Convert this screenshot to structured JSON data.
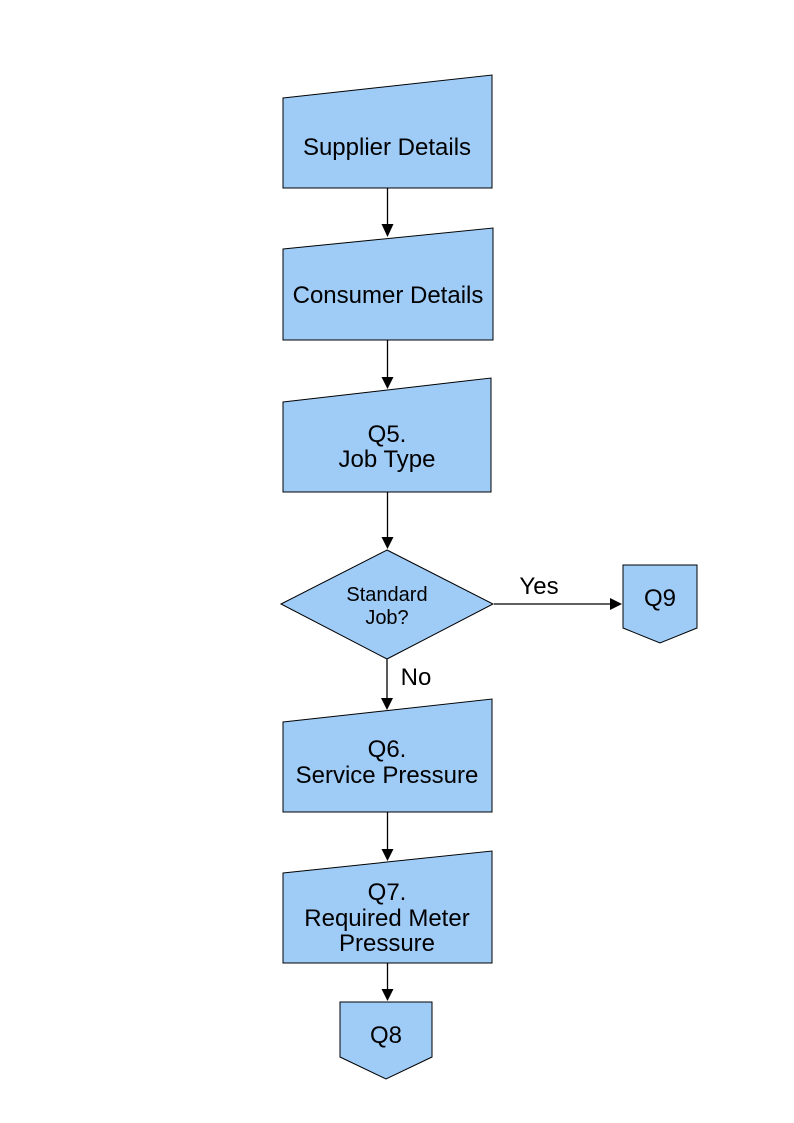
{
  "page": {
    "background": "#FFFFFF",
    "description": "Flowchart of job questionnaire steps"
  },
  "colors": {
    "shape_fill": "#9FCBF7",
    "shape_border": "#000000",
    "arrow": "#000000",
    "text": "#000000"
  },
  "nodes": {
    "supplier": {
      "type": "manual-input",
      "label": "Supplier Details"
    },
    "consumer": {
      "type": "manual-input",
      "label": "Consumer Details"
    },
    "q5": {
      "type": "manual-input",
      "lines": [
        "Q5.",
        "Job Type"
      ]
    },
    "decision": {
      "type": "decision",
      "lines": [
        "Standard",
        "Job?"
      ]
    },
    "q9": {
      "type": "off-page-connector",
      "label": "Q9"
    },
    "q6": {
      "type": "manual-input",
      "lines": [
        "Q6.",
        "Service Pressure"
      ]
    },
    "q7": {
      "type": "manual-input",
      "lines": [
        "Q7.",
        "Required Meter",
        "Pressure"
      ]
    },
    "q8": {
      "type": "off-page-connector",
      "label": "Q8"
    }
  },
  "edges": {
    "yes_label": "Yes",
    "no_label": "No"
  }
}
